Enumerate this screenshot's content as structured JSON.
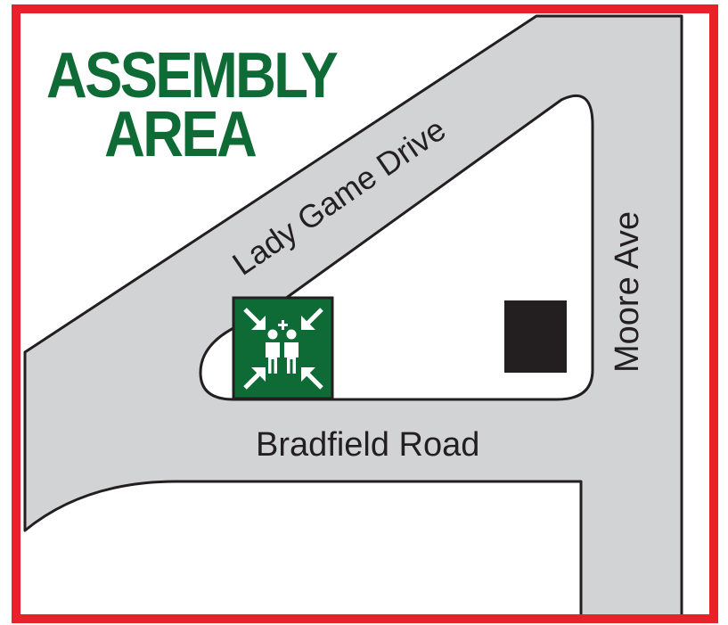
{
  "title": {
    "line1": "ASSEMBLY",
    "line2": "AREA"
  },
  "streets": {
    "diagonal": "Lady Game Drive",
    "horizontal": "Bradfield Road",
    "vertical": "Moore Ave"
  },
  "symbol": {
    "icon": "assembly-point-icon"
  },
  "colors": {
    "border": "#e8212a",
    "road": "#d2d3d5",
    "road_outline": "#231f20",
    "title_green": "#0f6b36",
    "sign_green": "#0f6b36",
    "sign_border": "#231f20",
    "building": "#231f20",
    "label_text": "#231f20",
    "background": "#ffffff"
  }
}
